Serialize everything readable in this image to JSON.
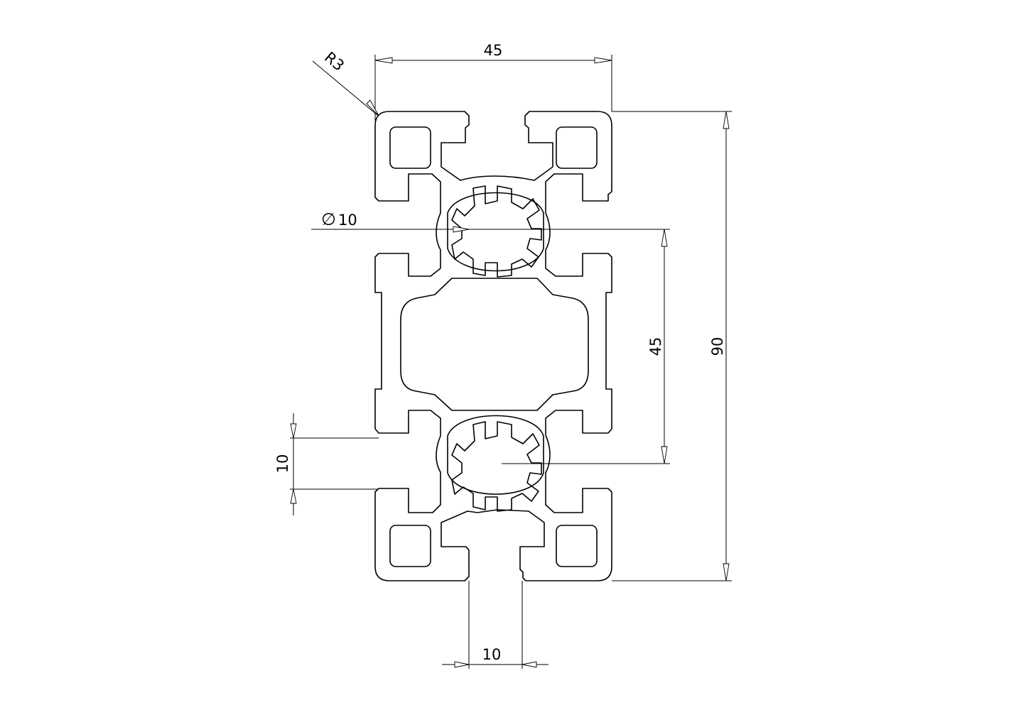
{
  "drawing": {
    "line_color": "#000000",
    "background": "#ffffff",
    "dimensions": {
      "top_width": "45",
      "corner_radius": "R3",
      "bore_diameter_symbol": "∅",
      "bore_diameter": "10",
      "center_distance": "45",
      "total_height": "90",
      "slot_height": "10",
      "slot_width": "10"
    }
  }
}
